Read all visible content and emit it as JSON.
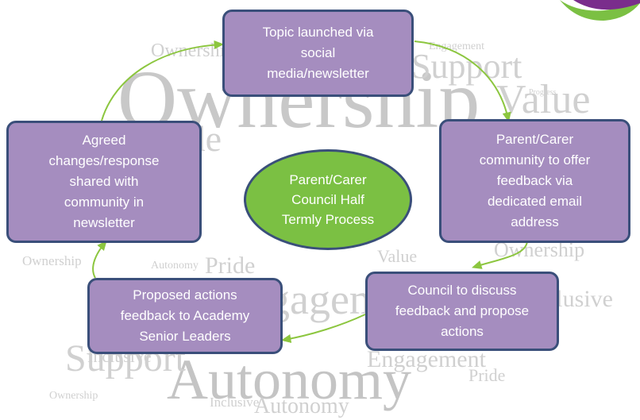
{
  "colors": {
    "box_fill": "#a58dbf",
    "box_border": "#3a4f7a",
    "center_fill": "#7bc043",
    "arrow": "#8cc63f",
    "wordcloud": "#d0d0d0",
    "logo_purple": "#7a2d8c",
    "logo_green": "#7bc043"
  },
  "center": {
    "label": "Parent/Carer\nCouncil Half\nTermly Process"
  },
  "steps": [
    {
      "label": "Topic launched via\nsocial\nmedia/newsletter"
    },
    {
      "label": "Parent/Carer\ncommunity to offer\nfeedback via\ndedicated email\naddress"
    },
    {
      "label": "Council to discuss\nfeedback and propose\nactions"
    },
    {
      "label": "Proposed actions\nfeedback to Academy\nSenior Leaders"
    },
    {
      "label": "Agreed\nchanges/response\nshared with\ncommunity in\nnewsletter"
    }
  ],
  "wordcloud": {
    "words": [
      "Ownership",
      "Pride",
      "Value",
      "Support",
      "Autonomy",
      "Engagement",
      "Inclusive",
      "Progress"
    ]
  }
}
